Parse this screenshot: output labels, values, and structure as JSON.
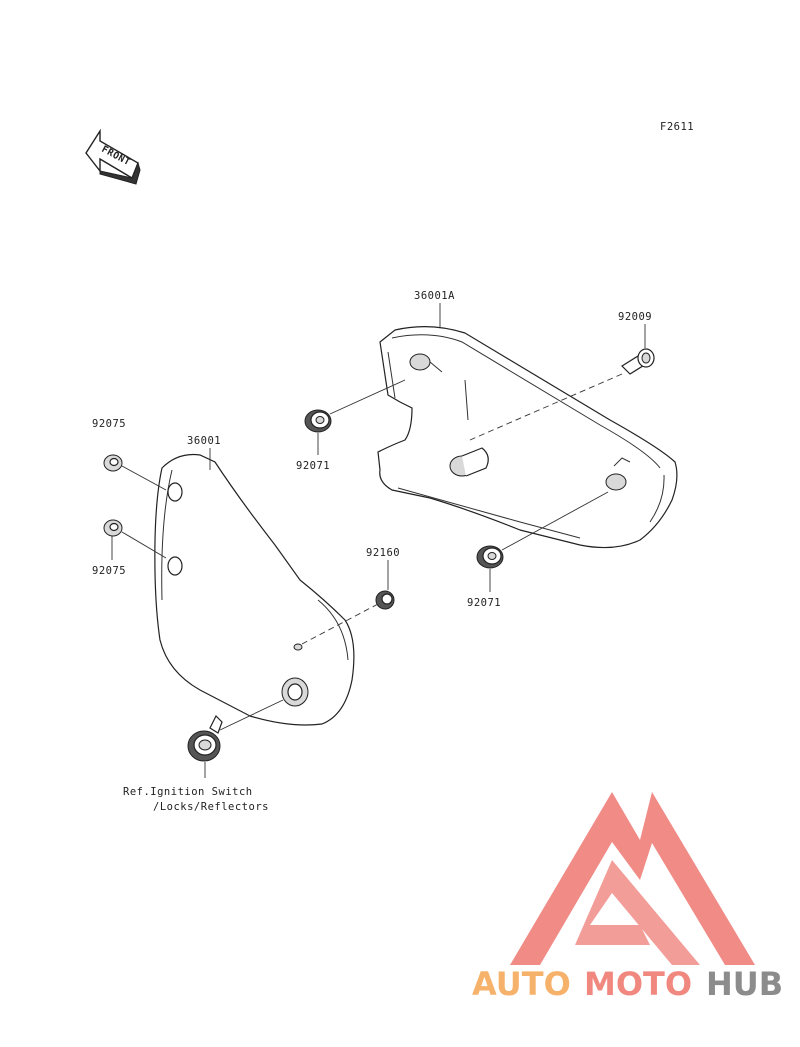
{
  "figure_code": "F2611",
  "front_label": "FRONT",
  "parts": {
    "cover_right": "36001A",
    "cover_left": "36001",
    "bolt": "92009",
    "grommet_right_upper": "92071",
    "grommet_right_lower": "92071",
    "grommet_left_upper": "92075",
    "grommet_left_lower": "92075",
    "grommet_left_rear": "92160"
  },
  "reference_note": {
    "line1": "Ref.Ignition Switch",
    "line2": "/Locks/Reflectors"
  },
  "watermark": {
    "text_part1": "AUTO",
    "text_part2": "MOTO",
    "text_part3": "HUB",
    "colors": {
      "logo_red": "#f07f7a",
      "auto_orange": "#f6b26b",
      "moto_red": "#f08880",
      "hub_gray": "#8c8c8c"
    }
  }
}
